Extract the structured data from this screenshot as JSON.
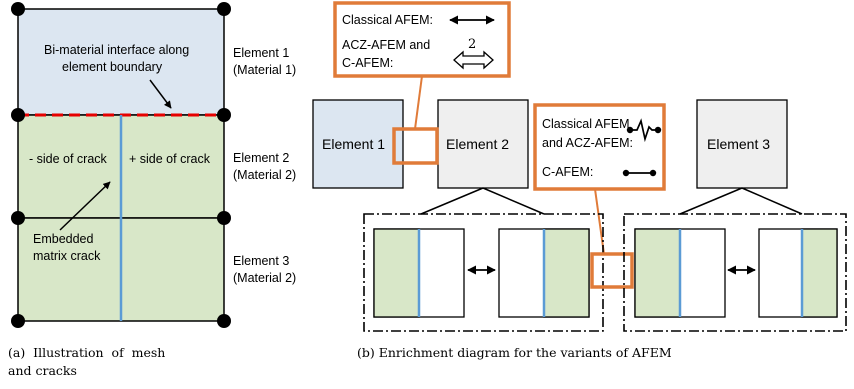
{
  "panel_a": {
    "labels": {
      "interface": [
        "Bi-material interface along",
        "element boundary"
      ],
      "element1": [
        "Element 1",
        "(Material 1)"
      ],
      "element2": [
        "Element 2",
        "(Material 2)"
      ],
      "element3": [
        "Element 3",
        "(Material 2)"
      ],
      "minus_side": "- side of crack",
      "plus_side": "+ side of crack",
      "crack": [
        "Embedded",
        "matrix crack"
      ]
    },
    "caption": [
      "(a)  Illustration  of  mesh",
      "and cracks"
    ]
  },
  "panel_b": {
    "legend_top": {
      "row1": "Classical AFEM:",
      "row2": [
        "ACZ-AFEM and",
        "C-AFEM:"
      ],
      "double_arrow_count": "2"
    },
    "legend_mid": {
      "row1": [
        "Classical AFEM",
        "and ACZ-AFEM:"
      ],
      "row2": "C-AFEM:"
    },
    "elements": {
      "e1": "Element 1",
      "e2": "Element 2",
      "e3": "Element 3"
    },
    "caption": "(b) Enrichment diagram for the variants of AFEM"
  },
  "colors": {
    "element1_fill": "#dce6f1",
    "element2_fill": "#d8e7c8",
    "gray_fill": "#efefef",
    "crack_line": "#5b9bd5",
    "interface_line": "#e60000",
    "legend_border": "#e07b39"
  }
}
